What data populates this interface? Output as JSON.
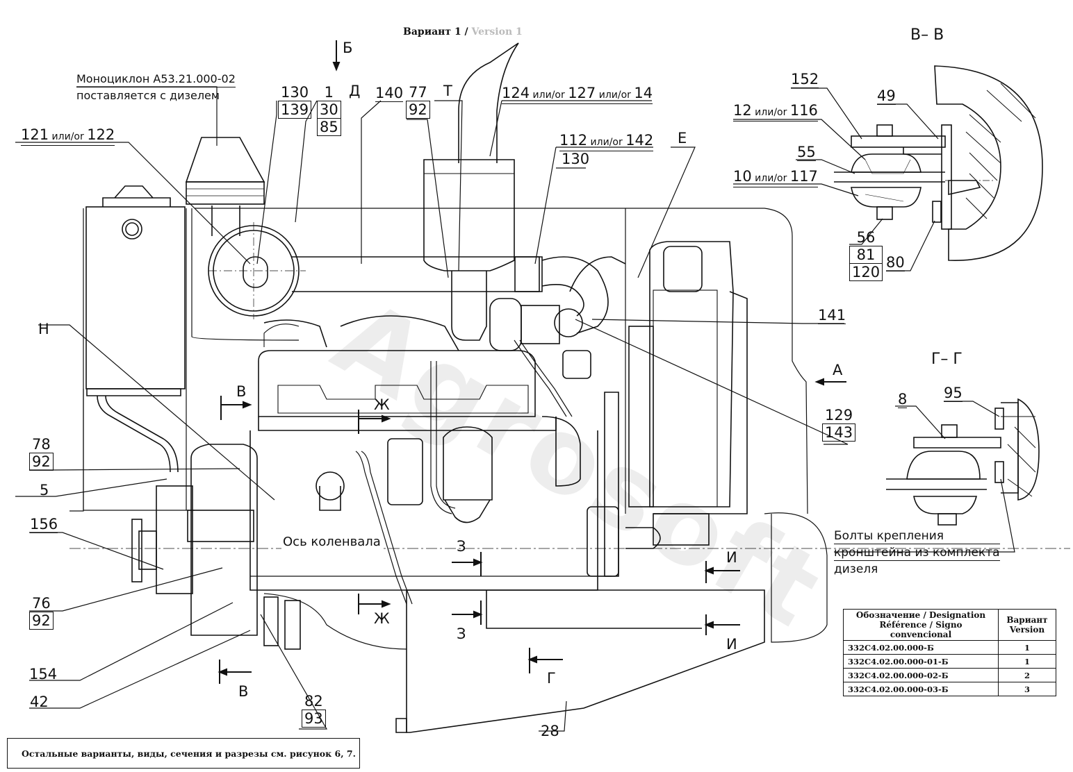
{
  "title": {
    "prefix": "Вариант 1 / ",
    "suffix": "Version 1"
  },
  "watermark": "Agrosoft",
  "section_titles": {
    "bb": "В– В",
    "gg": "Г– Г"
  },
  "view_marks": {
    "b_top": "Б",
    "a": "А",
    "d": "Д",
    "t": "Т",
    "e": "Е"
  },
  "cut_marks": {
    "v1": "В",
    "v2": "В",
    "zh1": "Ж",
    "zh2": "Ж",
    "z1": "З",
    "z2": "З",
    "i1": "И",
    "i2": "И",
    "g": "Г",
    "n": "Н"
  },
  "note_cyclone": {
    "line1": "Моноциклон А53.21.000-02",
    "line2": "поставляется с дизелем"
  },
  "labels": {
    "l121": "121",
    "l121_or": " или/or ",
    "l122": "122",
    "l124": "124",
    "l124_or1": " или/or ",
    "l127": "127",
    "l124_or2": " или/or ",
    "l14": "14",
    "l112": "112",
    "l112_or": " или/or ",
    "l142": "142",
    "l130b": "130",
    "l12": "12",
    "l12_or": " или/or ",
    "l116": "116",
    "l10": "10",
    "l10_or": " или/or ",
    "l117": "117",
    "l152": "152",
    "l49": "49",
    "l55": "55",
    "l80": "80",
    "l141": "141",
    "l8": "8",
    "l95": "95",
    "l5": "5",
    "l156": "156",
    "l154": "154",
    "l42": "42",
    "l28": "28",
    "l140": "140"
  },
  "stacks": {
    "s130": [
      "130",
      "139"
    ],
    "s1": [
      "1",
      "30",
      "85"
    ],
    "s77": [
      "77",
      "92"
    ],
    "s56": [
      "56",
      "81",
      "120"
    ],
    "s129": [
      "129",
      "143"
    ],
    "s78": [
      "78",
      "92"
    ],
    "s76": [
      "76",
      "92"
    ],
    "s82": [
      "82",
      "93"
    ]
  },
  "crank_axis": "Ось коленвала",
  "bolts_note": [
    "Болты крепления",
    "кронштейна из комплекта",
    "дизеля"
  ],
  "table": {
    "header": [
      "Обозначение / Designation",
      "Référence / Signo convencional",
      "Вариант",
      "Version"
    ],
    "rows": [
      {
        "designation": "332С4.02.00.000-Б",
        "variant": "1"
      },
      {
        "designation": "332С4.02.00.000-01-Б",
        "variant": "1"
      },
      {
        "designation": "332С4.02.00.000-02-Б",
        "variant": "2"
      },
      {
        "designation": "332С4.02.00.000-03-Б",
        "variant": "3"
      }
    ]
  },
  "footnote": "Остальные варианты, виды, сечения и разрезы см. рисунок 6, 7."
}
